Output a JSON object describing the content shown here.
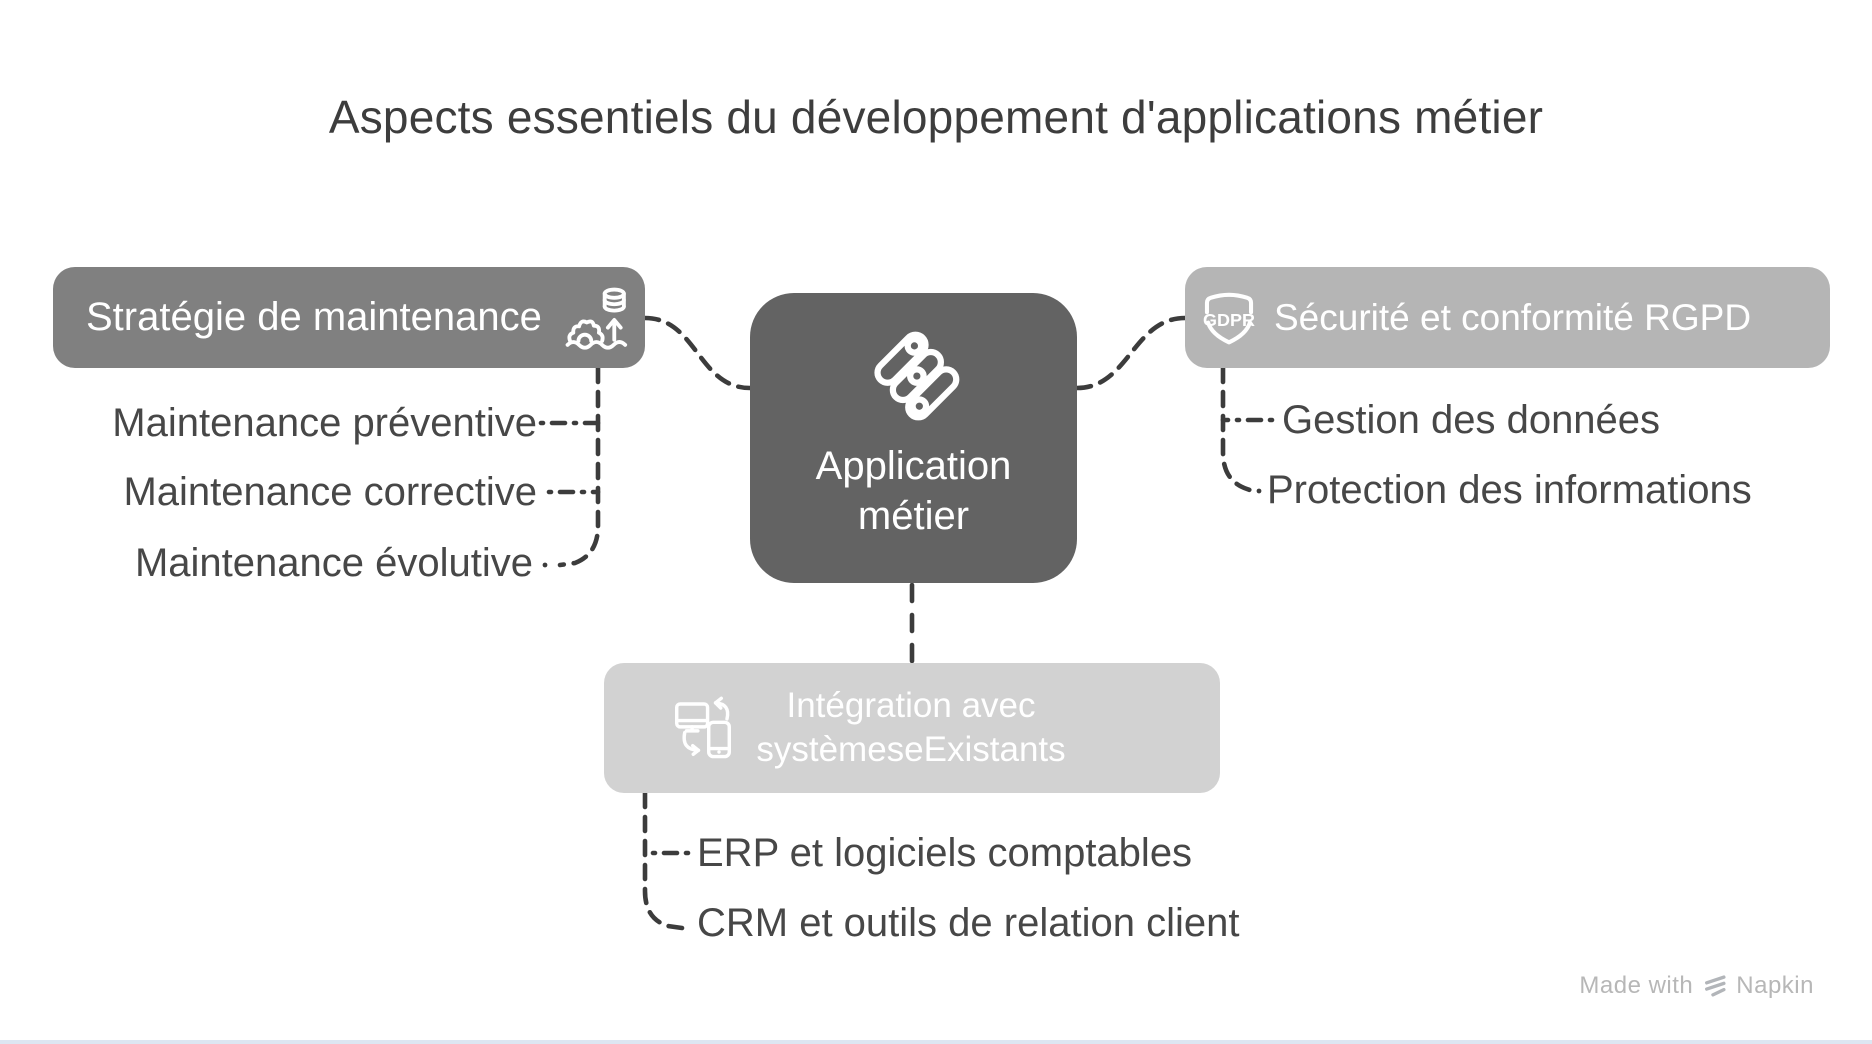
{
  "title": "Aspects essentiels du développement d'applications métier",
  "nodes": {
    "center": {
      "line1": "Application",
      "line2": "métier",
      "icon": "capsules-pattern-icon",
      "bg": "#636363"
    },
    "maintenance": {
      "label": "Stratégie de maintenance",
      "icon": "gear-wave-database-upgrade-icon",
      "bg": "#808080",
      "items": [
        "Maintenance préventive",
        "Maintenance corrective",
        "Maintenance évolutive"
      ]
    },
    "security": {
      "label": "Sécurité et conformité RGPD",
      "icon": "gdpr-shield-icon",
      "icon_text": "GDPR",
      "bg": "#b5b5b5",
      "items": [
        "Gestion des données",
        "Protection des informations"
      ]
    },
    "integration": {
      "line1": "Intégration avec",
      "line2": "systèmeseExistants",
      "icon": "device-sync-icon",
      "bg": "#d2d2d2",
      "items": [
        "ERP et logiciels comptables",
        "CRM et outils de relation client"
      ]
    }
  },
  "watermark": {
    "prefix": "Made with",
    "brand": "Napkin"
  },
  "colors": {
    "background": "#ffffff",
    "title_text": "#3d3d3d",
    "leaf_text": "#474747",
    "connector": "#3c3c3c",
    "node_text": "#ffffff",
    "center_bg": "#636363",
    "maintenance_bg": "#808080",
    "security_bg": "#b5b5b5",
    "integration_bg": "#d2d2d2",
    "watermark_text": "#b7b7b7",
    "bottom_edge": "#dde6f2"
  }
}
